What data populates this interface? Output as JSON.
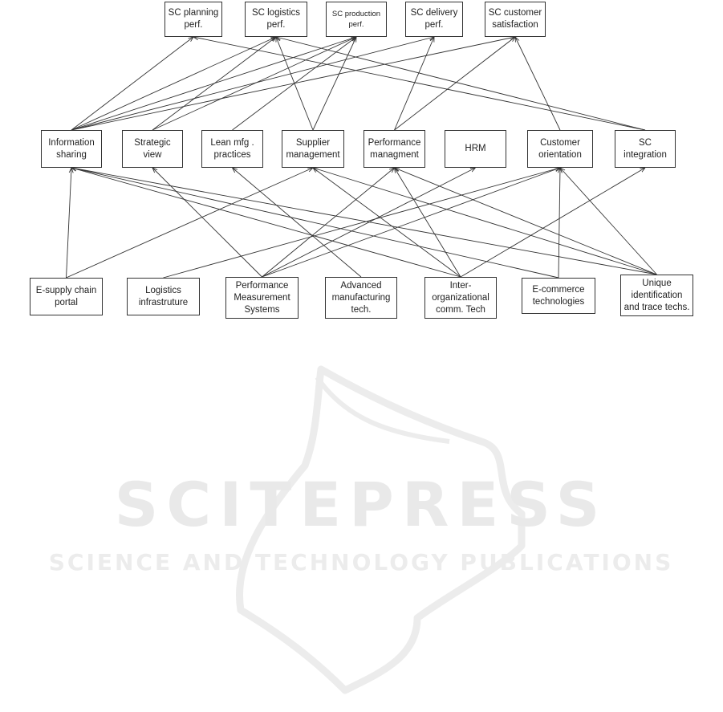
{
  "nodes": {
    "sc_planning": "SC planning\nperf.",
    "sc_logistics": "SC logistics\nperf.",
    "sc_production": "SC production\nperf.",
    "sc_delivery": "SC delivery\nperf.",
    "sc_customer": "SC customer\nsatisfaction",
    "info_sharing": "Information\nsharing",
    "strategic": "Strategic\nview",
    "lean": "Lean mfg .\npractices",
    "supplier": "Supplier\nmanagement",
    "performance": "Performance\nmanagment",
    "hrm": "HRM",
    "customer_orient": "Customer\norientation",
    "sc_integration": "SC\nintegration",
    "e_supply": "E-supply chain\nportal",
    "logistics_infra": "Logistics\ninfrastruture",
    "pms": "Performance\nMeasurement\nSystems",
    "amt": "Advanced\nmanufacturing\ntech.",
    "inter_org": "Inter-\norganizational\ncomm. Tech",
    "e_commerce": "E-commerce\ntechnologies",
    "unique_id": "Unique\nidentification\nand trace techs."
  },
  "edges": [
    [
      "info_sharing",
      "sc_planning"
    ],
    [
      "info_sharing",
      "sc_logistics"
    ],
    [
      "info_sharing",
      "sc_production"
    ],
    [
      "info_sharing",
      "sc_delivery"
    ],
    [
      "info_sharing",
      "sc_customer"
    ],
    [
      "strategic",
      "sc_logistics"
    ],
    [
      "strategic",
      "sc_production"
    ],
    [
      "lean",
      "sc_production"
    ],
    [
      "supplier",
      "sc_logistics"
    ],
    [
      "supplier",
      "sc_production"
    ],
    [
      "performance",
      "sc_delivery"
    ],
    [
      "performance",
      "sc_customer"
    ],
    [
      "customer_orient",
      "sc_customer"
    ],
    [
      "sc_integration",
      "sc_planning"
    ],
    [
      "sc_integration",
      "sc_logistics"
    ],
    [
      "e_supply",
      "info_sharing"
    ],
    [
      "e_supply",
      "supplier"
    ],
    [
      "logistics_infra",
      "customer_orient"
    ],
    [
      "pms",
      "strategic"
    ],
    [
      "pms",
      "performance"
    ],
    [
      "pms",
      "customer_orient"
    ],
    [
      "pms",
      "hrm"
    ],
    [
      "amt",
      "lean"
    ],
    [
      "inter_org",
      "info_sharing"
    ],
    [
      "inter_org",
      "supplier"
    ],
    [
      "inter_org",
      "performance"
    ],
    [
      "inter_org",
      "sc_integration"
    ],
    [
      "e_commerce",
      "info_sharing"
    ],
    [
      "e_commerce",
      "customer_orient"
    ],
    [
      "unique_id",
      "info_sharing"
    ],
    [
      "unique_id",
      "supplier"
    ],
    [
      "unique_id",
      "performance"
    ],
    [
      "unique_id",
      "customer_orient"
    ]
  ],
  "watermark": {
    "title": "SCITEPRESS",
    "subtitle": "SCIENCE AND TECHNOLOGY PUBLICATIONS"
  }
}
